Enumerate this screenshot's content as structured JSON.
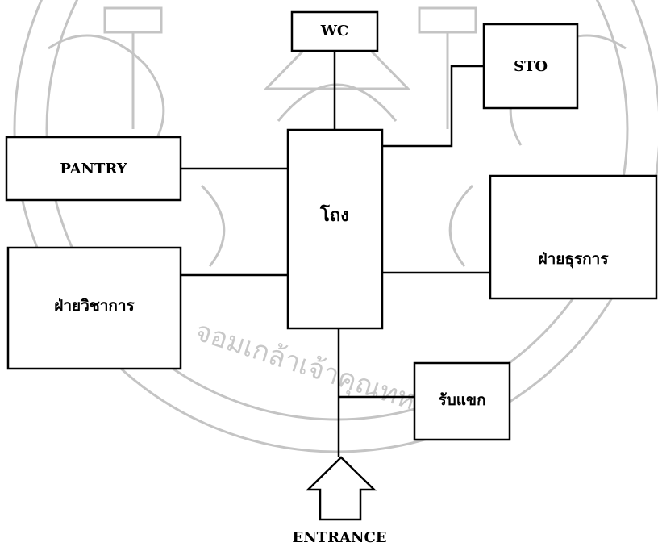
{
  "diagram": {
    "nodes": {
      "wc": "WC",
      "sto": "STO",
      "pantry": "PANTRY",
      "lobby": "โถง",
      "admin": "ฝ่ายธุรการ",
      "academic": "ฝ่ายวิชาการ",
      "reception": "รับแขก",
      "entrance": "ENTRANCE"
    },
    "watermark": {
      "arc_text": "จอมเกล้าเจ้าคุณทหาร"
    }
  }
}
